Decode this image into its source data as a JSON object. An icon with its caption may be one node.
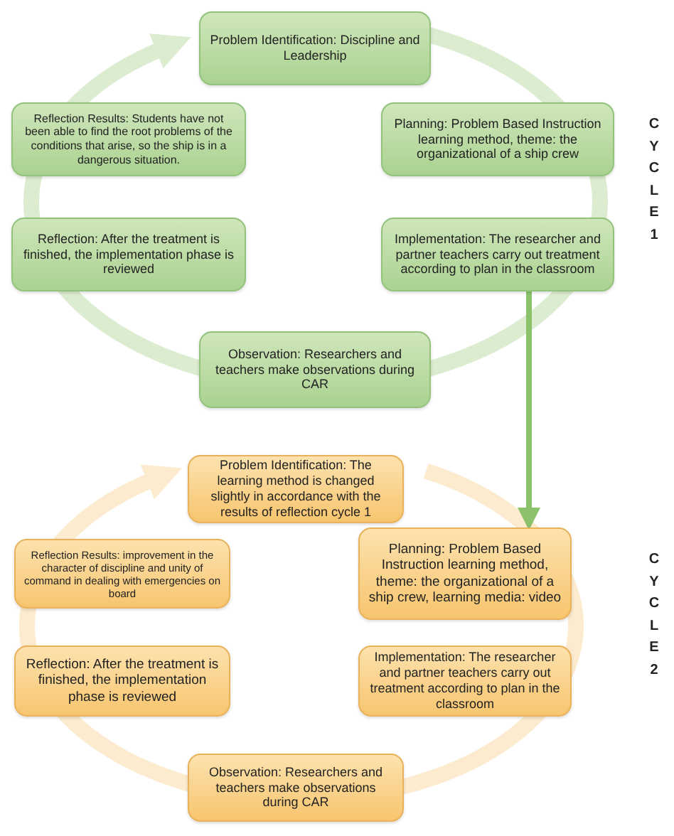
{
  "diagram": {
    "nodes": [
      {
        "text": [
          "Problem Identification: Discipline and Leadership"
        ]
      },
      {
        "text": [
          "Planning: Problem Based Instruction learning method, theme: the organizational of a ship crew"
        ]
      },
      {
        "text": [
          "Implementation: The researcher and partner teachers carry out treatment according to plan in the classroom"
        ]
      },
      {
        "text": [
          "Observation: Researchers and teachers make observations during CAR"
        ]
      },
      {
        "text": [
          "Reflection: After the treatment is finished, the implementation phase is reviewed"
        ]
      },
      {
        "text": [
          "Reflection Results: Students have not been able to find the root problems of the conditions that arise, so the ship is in a dangerous situation."
        ]
      },
      {
        "text": [
          "Problem Identification: The learning method is changed slightly in accordance with the results of reflection cycle 1"
        ]
      },
      {
        "text": [
          "Planning: Problem Based Instruction learning method, theme: the organizational of a ship crew, learning media: video"
        ]
      },
      {
        "text": [
          "Implementation: The researcher and partner teachers carry out treatment according to plan in the classroom"
        ]
      },
      {
        "text": [
          "Observation: Researchers and teachers make observations during CAR"
        ]
      },
      {
        "text": [
          "Reflection: After the treatment is finished, the implementation phase is reviewed"
        ]
      },
      {
        "text": [
          "Reflection Results: improvement in the character of discipline and unity of command in dealing with emergencies on board"
        ]
      }
    ],
    "edges": [
      {
        "from": 2,
        "to": 7,
        "arrow": "to"
      }
    ],
    "labels": [
      "CYCLE 1",
      "CYCLE 2"
    ]
  }
}
